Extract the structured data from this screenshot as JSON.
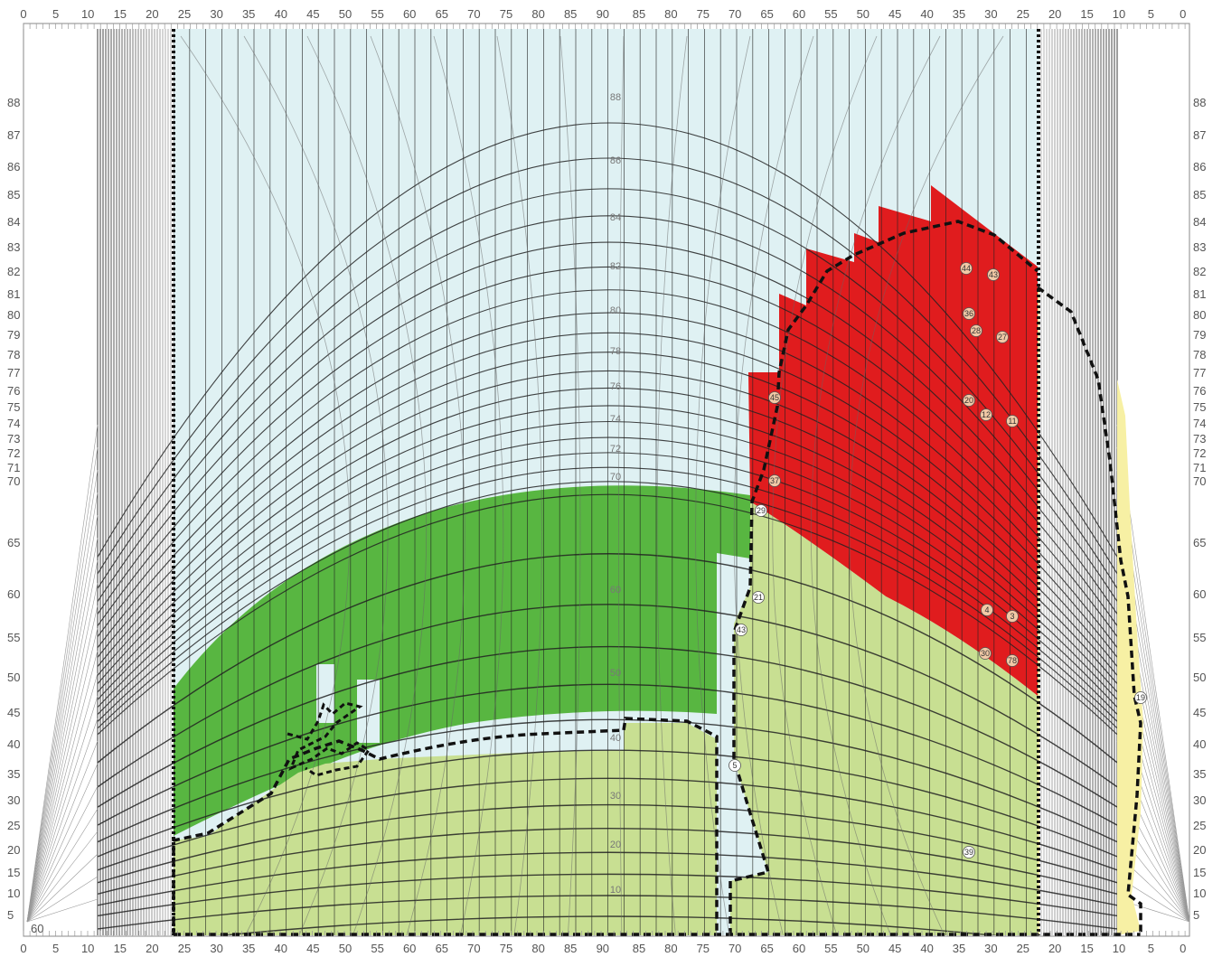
{
  "colors": {
    "sky": "#dff1f3",
    "green": "#58b641",
    "red": "#e01c1e",
    "light_green": "#c8df92",
    "yellow": "#f7f0a4",
    "grid": "#222222",
    "border": "#111111",
    "marker_fill": "#f2c9a6"
  },
  "top_axis": {
    "left_ticks": [
      "0",
      "5",
      "10",
      "15",
      "20",
      "25",
      "30",
      "35",
      "40",
      "45",
      "50",
      "55",
      "60",
      "65",
      "70",
      "75",
      "80",
      "85",
      "90"
    ],
    "right_ticks": [
      "85",
      "80",
      "75",
      "70",
      "65",
      "60",
      "55",
      "50",
      "45",
      "40",
      "35",
      "30",
      "25",
      "20",
      "15",
      "10",
      "5",
      "0"
    ]
  },
  "bottom_axis": {
    "left_ticks": [
      "0",
      "5",
      "10",
      "15",
      "20",
      "25",
      "30",
      "35",
      "40",
      "45",
      "50",
      "55",
      "60",
      "65",
      "70",
      "75",
      "80",
      "85",
      "90"
    ],
    "right_ticks": [
      "85",
      "80",
      "75",
      "70",
      "65",
      "60",
      "55",
      "50",
      "45",
      "40",
      "35",
      "30",
      "25",
      "20",
      "15",
      "10",
      "5",
      "0"
    ]
  },
  "side_axis": {
    "labels": [
      "88",
      "87",
      "86",
      "85",
      "84",
      "83",
      "82",
      "81",
      "80",
      "79",
      "78",
      "77",
      "76",
      "75",
      "74",
      "73",
      "72",
      "71",
      "70",
      "65",
      "60",
      "55",
      "50",
      "45",
      "40",
      "35",
      "30",
      "25",
      "20",
      "15",
      "10",
      "5"
    ]
  },
  "contour_labels": [
    "88",
    "86",
    "84",
    "82",
    "80",
    "78",
    "76",
    "74",
    "72",
    "70",
    "60",
    "50",
    "40",
    "30",
    "20",
    "10"
  ],
  "corner_label": "60",
  "markers": [
    "44",
    "43",
    "36",
    "28",
    "27",
    "45",
    "20",
    "12",
    "11",
    "37",
    "29",
    "21",
    "43",
    "4",
    "3",
    "30",
    "78",
    "5",
    "39",
    "19"
  ]
}
